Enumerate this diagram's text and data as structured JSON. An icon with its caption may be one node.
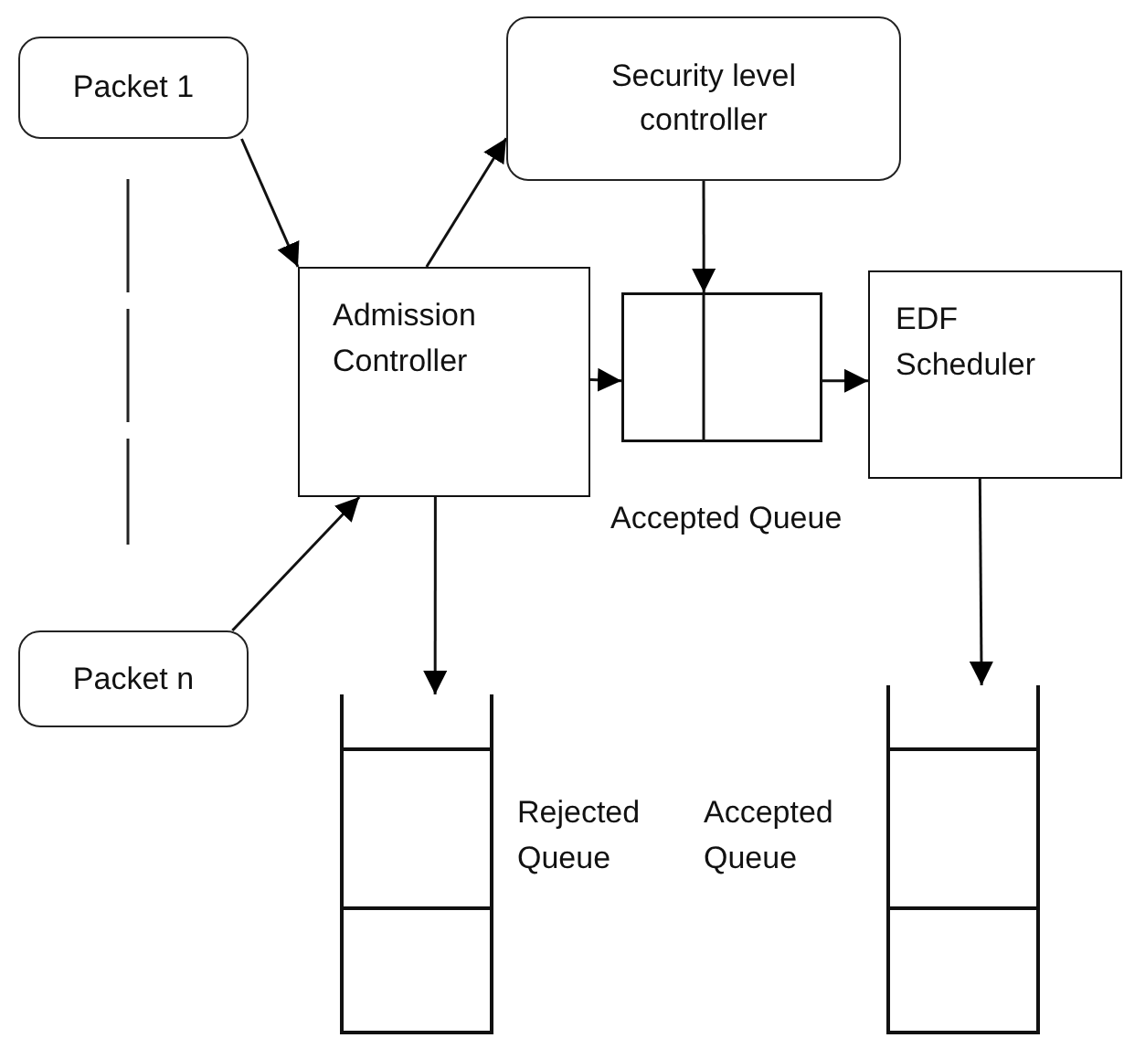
{
  "diagram": {
    "nodes": [
      {
        "text": [
          "Packet 1"
        ]
      },
      {
        "text": [
          "Security level controller"
        ]
      },
      {
        "text": [
          "Admission Controller"
        ]
      },
      {
        "text": [],
        "shape": "box"
      },
      {
        "text": [
          "EDF Scheduler"
        ]
      },
      {
        "text": [
          "Packet n"
        ]
      },
      {
        "text": [],
        "shape": "box",
        "beside": [
          "Rejected Queue"
        ]
      },
      {
        "text": [],
        "shape": "box",
        "beside": [
          "Accepted Queue"
        ]
      }
    ],
    "edges": [
      {
        "from": 0,
        "to": 2,
        "arrow": "to"
      },
      {
        "from": 2,
        "to": 1,
        "arrow": "to"
      },
      {
        "from": 5,
        "to": 2,
        "arrow": "to"
      },
      {
        "from": 2,
        "to": 3,
        "arrow": "to"
      },
      {
        "from": 1,
        "to": 3,
        "arrow": "to"
      },
      {
        "from": 3,
        "to": 4,
        "arrow": "to"
      },
      {
        "from": 2,
        "to": 6,
        "arrow": "to"
      },
      {
        "from": 4,
        "to": 7,
        "arrow": "to"
      }
    ],
    "labels": [
      "Accepted Queue"
    ]
  }
}
